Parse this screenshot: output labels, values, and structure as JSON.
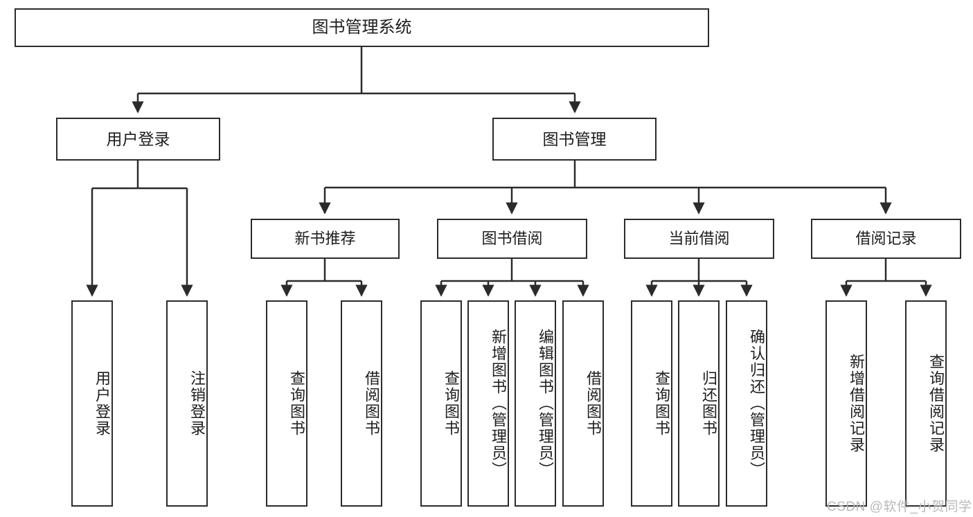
{
  "diagram": {
    "type": "tree-hierarchy-chart",
    "title": "图书管理系统",
    "colors": {
      "node_border": "#2b2b2b",
      "node_fill": "#ffffff",
      "edge": "#2b2b2b",
      "text": "#1d1d1d",
      "watermark": "#b9b9b9",
      "background": "#ffffff"
    },
    "root": {
      "label": "图书管理系统"
    },
    "level2": [
      {
        "id": "user-login",
        "label": "用户登录"
      },
      {
        "id": "book-manage",
        "label": "图书管理"
      }
    ],
    "level3": [
      {
        "id": "new-book-rec",
        "label": "新书推荐"
      },
      {
        "id": "book-borrow",
        "label": "图书借阅"
      },
      {
        "id": "current-borrow",
        "label": "当前借阅"
      },
      {
        "id": "borrow-record",
        "label": "借阅记录"
      }
    ],
    "leaves": {
      "user_login": [
        {
          "id": "leaf-user-login",
          "label": "用户登录"
        },
        {
          "id": "leaf-logout",
          "label": "注销登录"
        }
      ],
      "new_book_rec": [
        {
          "id": "leaf-query-book-1",
          "label": "查询图书"
        },
        {
          "id": "leaf-borrow-book-1",
          "label": "借阅图书"
        }
      ],
      "book_borrow": [
        {
          "id": "leaf-query-book-2",
          "label": "查询图书"
        },
        {
          "id": "leaf-add-book",
          "label": "新增图书（管理员）"
        },
        {
          "id": "leaf-edit-book",
          "label": "编辑图书（管理员）"
        },
        {
          "id": "leaf-borrow-book-2",
          "label": "借阅图书"
        }
      ],
      "current_borrow": [
        {
          "id": "leaf-query-book-3",
          "label": "查询图书"
        },
        {
          "id": "leaf-return-book",
          "label": "归还图书"
        },
        {
          "id": "leaf-confirm-return",
          "label": "确认归还（管理员）"
        }
      ],
      "borrow_record": [
        {
          "id": "leaf-add-record",
          "label": "新增借阅记录"
        },
        {
          "id": "leaf-query-record",
          "label": "查询借阅记录"
        }
      ]
    },
    "watermark": "CSDN @软件_小贺同学"
  }
}
